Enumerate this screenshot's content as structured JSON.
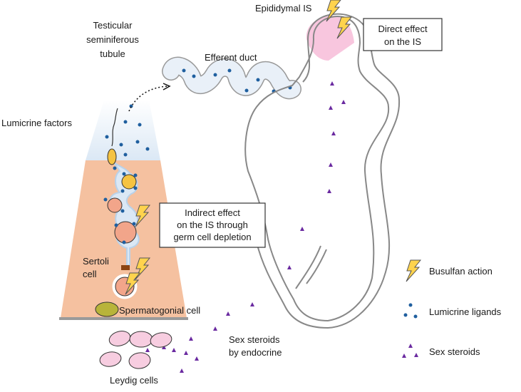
{
  "labels": {
    "epididymal_is": "Epididymal IS",
    "testicular_line1": "Testicular",
    "testicular_line2": "seminiferous",
    "testicular_line3": "tubule",
    "efferent_duct": "Efferent duct",
    "lumicrine_factors": "Lumicrine factors",
    "direct_effect_line1": "Direct effect",
    "direct_effect_line2": "on the IS",
    "indirect_line1": "Indirect effect",
    "indirect_line2": "on the IS through",
    "indirect_line3": "germ cell depletion",
    "sertoli_line1": "Sertoli",
    "sertoli_line2": "cell",
    "spermatogonial": "Spermatogonial cell",
    "sex_steroids_line1": "Sex steroids",
    "sex_steroids_line2": "by endocrine",
    "leydig": "Leydig cells"
  },
  "legend": [
    {
      "label": "Busulfan action",
      "icon": "lightning-bolt-icon"
    },
    {
      "label": "Lumicrine ligands",
      "icon": "blue-dot-icon"
    },
    {
      "label": "Sex steroids",
      "icon": "purple-triangle-icon"
    }
  ],
  "colors": {
    "lumen_blue": "#dbe8f5",
    "tissue_peach": "#f5c1a0",
    "germ_cell": "#f2a58a",
    "bolt_yellow": "#ffd34d",
    "ligand_blue": "#1f5f9f",
    "steroid_purple": "#6a2aa0",
    "is_pink": "#f8c6de",
    "leydig_pink": "#f7cde0",
    "spermatogonium_olive": "#b8b43a"
  }
}
